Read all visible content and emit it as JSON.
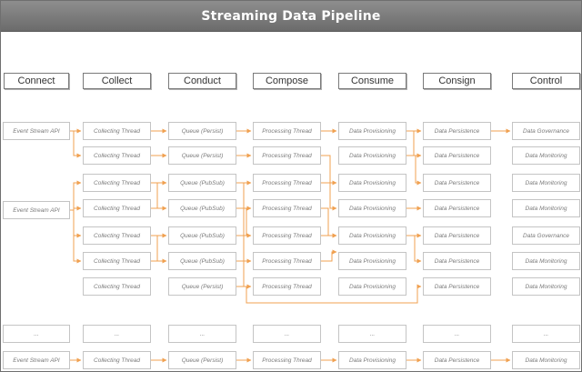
{
  "title": "Streaming Data Pipeline",
  "columns": [
    "Connect",
    "Collect",
    "Conduct",
    "Compose",
    "Consume",
    "Consign",
    "Control"
  ],
  "sources": [
    "Event Stream API",
    "Event Stream API",
    "Event Stream API"
  ],
  "collect": [
    "Collecting Thread",
    "Collecting Thread",
    "Collecting Thread",
    "Collecting Thread",
    "Collecting Thread",
    "Collecting Thread",
    "Collecting Thread",
    "Collecting Thread"
  ],
  "conduct": [
    "Queue (Persist)",
    "Queue (Persist)",
    "Queue (PubSub)",
    "Queue (PubSub)",
    "Queue (PubSub)",
    "Queue (PubSub)",
    "Queue (Persist)",
    "Queue (Persist)"
  ],
  "compose": [
    "Processing Thread",
    "Processing Thread",
    "Processing Thread",
    "Processing Thread",
    "Processing Thread",
    "Processing Thread",
    "Processing Thread",
    "Processing Thread"
  ],
  "consume": [
    "Data Provisioning",
    "Data Provisioning",
    "Data Provisioning",
    "Data Provisioning",
    "Data Provisioning",
    "Data Provisioning",
    "Data Provisioning",
    "Data Provisioning"
  ],
  "consign": [
    "Data Persistence",
    "Data Persistence",
    "Data Persistence",
    "Data Persistence",
    "Data Persistence",
    "Data Persistence",
    "Data Persistence",
    "Data Persistence"
  ],
  "control": [
    "Data Governance",
    "Data Monitoring",
    "Data Monitoring",
    "Data Monitoring",
    "Data Governance",
    "Data Monitoring",
    "Data Monitoring",
    "Data Monitoring"
  ],
  "ellipsis": "...",
  "colors": {
    "arrow": "#f0a050",
    "node_border": "#c4c4c4",
    "header_border": "#7a7a7a",
    "title_bg": "#7b7b7b"
  }
}
